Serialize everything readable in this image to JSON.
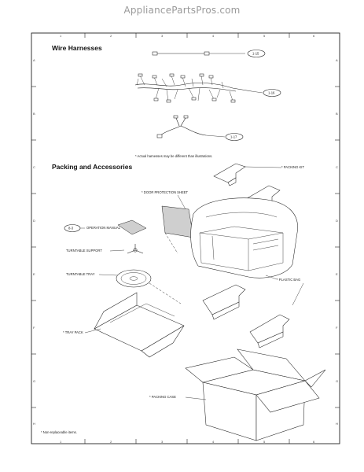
{
  "site": {
    "header": "AppliancePartsPros.com"
  },
  "grid": {
    "top_numbers": [
      "1",
      "2",
      "3",
      "4",
      "5",
      "6"
    ],
    "bottom_numbers": [
      "1",
      "2",
      "3",
      "4",
      "5",
      "6"
    ],
    "left_letters": [
      "A",
      "B",
      "C",
      "D",
      "E",
      "F",
      "G",
      "H"
    ],
    "right_letters": [
      "A",
      "B",
      "C",
      "D",
      "E",
      "F",
      "G",
      "H"
    ]
  },
  "wire_harnesses": {
    "title": "Wire Harnesses",
    "refs": [
      "1-15",
      "1-16",
      "1-17"
    ],
    "note": "* Actual harnesses may be different than illustrations."
  },
  "packing": {
    "title": "Packing and Accessories",
    "labels": {
      "packing_kit": "* PACKING KIT",
      "door_protection_sheet": "* DOOR PROTECTION SHEET",
      "operation_manual": "OPERATION MANUAL",
      "operation_manual_ref": "8-3",
      "turntable_support": "TURNTABLE SUPPORT",
      "turntable_tray": "TURNTABLE TRAY",
      "plastic_bag": "* PLASTIC BAG",
      "tray_pack": "* TRAY PACK",
      "packing_case": "* PACKING CASE"
    }
  },
  "footnote": "* Non-replaceable items."
}
